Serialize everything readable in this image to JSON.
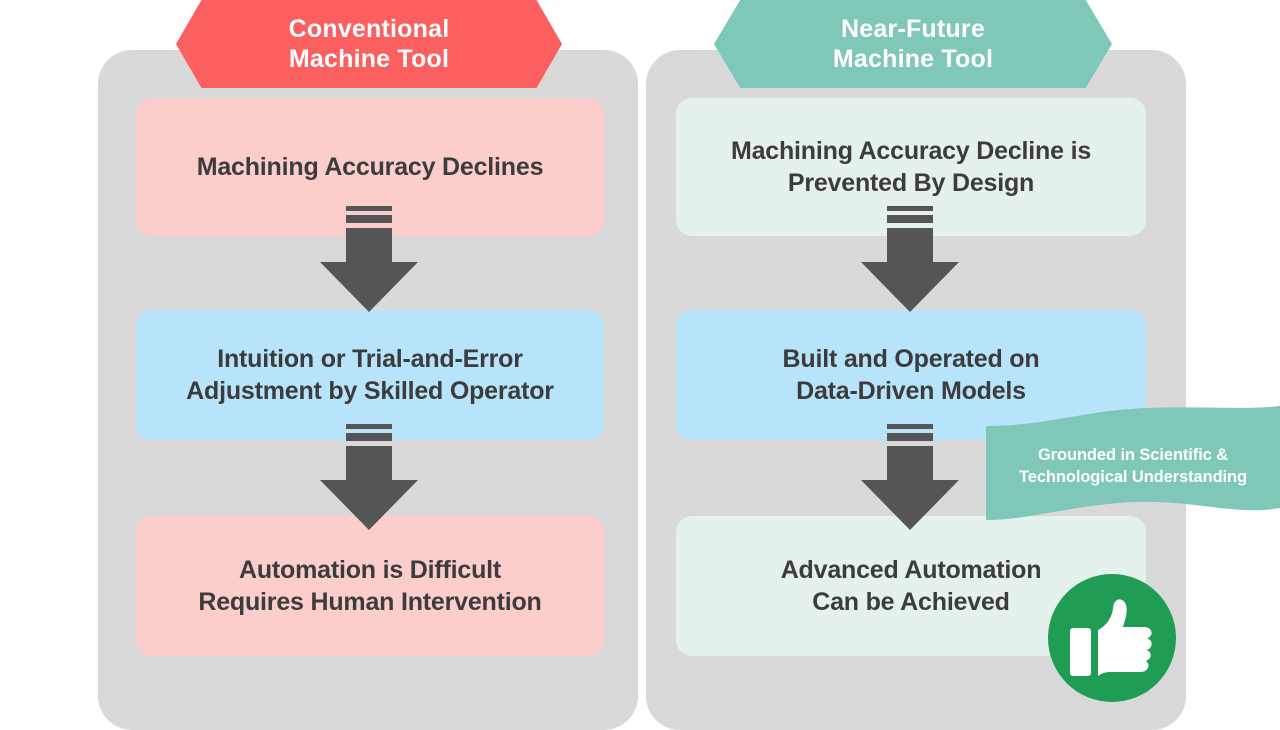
{
  "colors": {
    "background": "#ffffff",
    "panel": "#d9d9d9",
    "header_conventional": "#fb5f5f",
    "header_near_future": "#7fc8b8",
    "box_pink": "#fbcdcb",
    "box_blue": "#b7e4fb",
    "box_mint": "#e4f1ec",
    "arrow": "#555555",
    "ribbon": "#7fc8b8",
    "thumb_badge": "#1f9d55",
    "text_dark": "#3c3c3c",
    "text_light": "#ffffff"
  },
  "columns": [
    {
      "id": "conventional",
      "header": "Conventional\nMachine Tool",
      "header_line1": "Conventional",
      "header_line2": "Machine Tool",
      "steps": [
        {
          "line1": "Machining Accuracy Declines",
          "line2": "",
          "tone": "pink"
        },
        {
          "line1": "Intuition or Trial-and-Error",
          "line2": "Adjustment by Skilled Operator",
          "tone": "blue"
        },
        {
          "line1": "Automation is Difficult",
          "line2": "Requires Human Intervention",
          "tone": "pink"
        }
      ]
    },
    {
      "id": "near-future",
      "header": "Near-Future\nMachine Tool",
      "header_line1": "Near-Future",
      "header_line2": "Machine Tool",
      "steps": [
        {
          "line1": "Machining Accuracy Decline is",
          "line2": "Prevented By Design",
          "tone": "mint"
        },
        {
          "line1": "Built and Operated on",
          "line2": "Data-Driven Models",
          "tone": "blue"
        },
        {
          "line1": "Advanced Automation",
          "line2": "Can be Achieved",
          "tone": "mint"
        }
      ]
    }
  ],
  "ribbon": {
    "line1": "Grounded in Scientific &",
    "line2": "Technological Understanding"
  },
  "badge": {
    "icon": "thumbs-up-icon"
  }
}
